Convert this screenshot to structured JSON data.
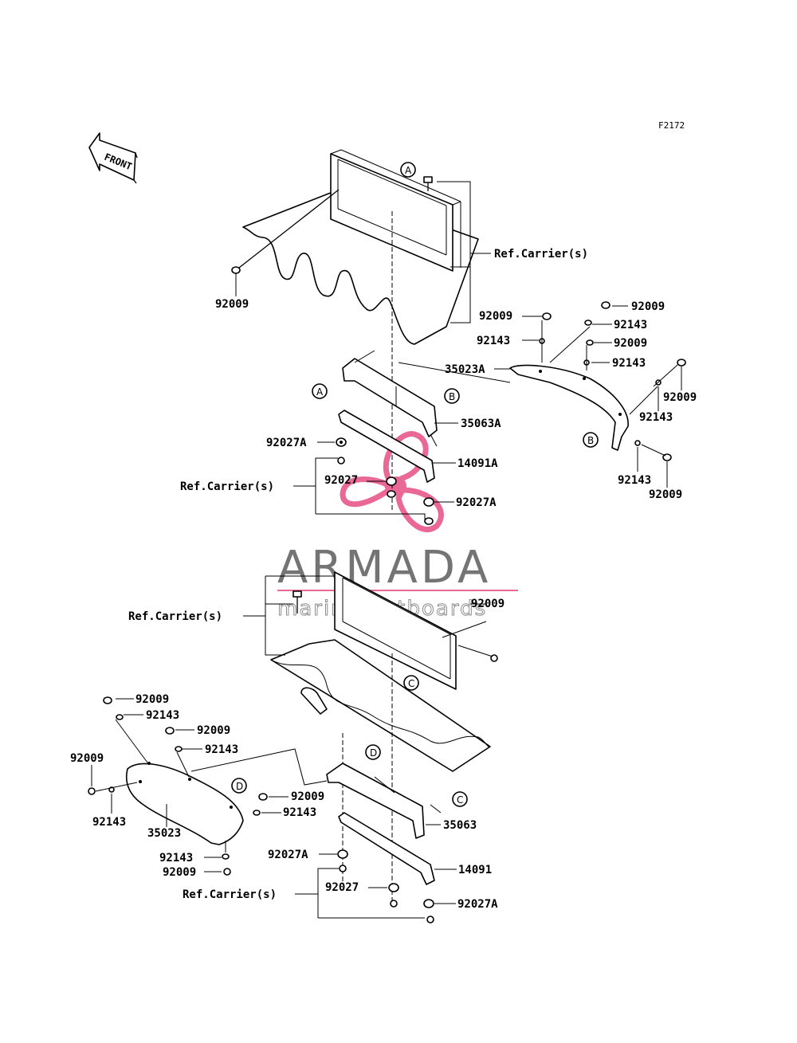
{
  "figure_code": "F2172",
  "front_label": "FRONT",
  "watermark": {
    "name": "ARMADA",
    "tagline": "marine outboards",
    "accent_color": "#e8588a"
  },
  "callouts": [
    "A",
    "B",
    "C",
    "D"
  ],
  "labels": {
    "ref_carrier": "Ref.Carrier(s)",
    "p92009": "92009",
    "p92143": "92143",
    "p92027": "92027",
    "p92027A": "92027A",
    "p35023": "35023",
    "p35023A": "35023A",
    "p35063": "35063",
    "p35063A": "35063A",
    "p14091": "14091",
    "p14091A": "14091A"
  }
}
